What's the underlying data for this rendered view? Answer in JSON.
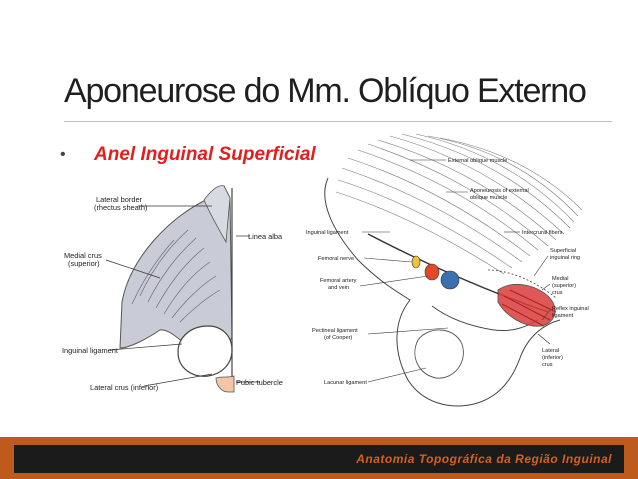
{
  "slide": {
    "title": "Aponeurose do Mm. Oblíquo Externo",
    "bullet_marker": "•",
    "bullet_text": "Anel Inguinal Superficial"
  },
  "figure_left": {
    "labels": {
      "lateral_border": "Lateral border\n(rhectus sheath)",
      "linea_alba": "Linea alba",
      "medial_crus": "Medial crus\n(superior)",
      "inguinal_ligament": "Inguinal ligament",
      "pubic_tubercle": "Pubic tubercle",
      "lateral_crus": "Lateral crus (inferior)"
    }
  },
  "figure_right": {
    "labels": {
      "external_oblique": "External oblique muscle",
      "aponeurosis": "Aponeurosis of external\noblique muscle",
      "inguinal_ligament": "Inguinal ligament",
      "intercrural": "Intercrural fibers",
      "femoral_nerve": "Femoral nerve",
      "superficial_ring": "Superficial\ninguinal ring",
      "femoral_artery": "Femoral artery\nand vein",
      "medial_crus": "Medial\n(superior)\ncrus",
      "pectineal": "Pectineal ligament\n(of Cooper)",
      "reflex": "Reflex inguinal\nligament",
      "lateral_crus": "Lateral\n(inferior)\ncrus",
      "lacunar": "Lacunar ligament"
    }
  },
  "footer": {
    "text": "Anatomia Topográfica da Região Inguinal"
  },
  "colors": {
    "footer_band": "#bf5a1d",
    "footer_bar": "#1b1b1b",
    "footer_text": "#d4611f",
    "bullet_text": "#e0201c",
    "muscle_fill": "#c9ccd6",
    "tubercle_fill": "#f3c6a8"
  }
}
